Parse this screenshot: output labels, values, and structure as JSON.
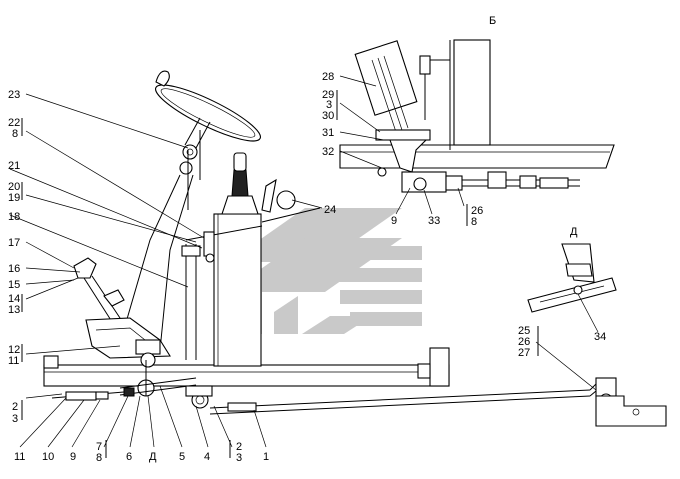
{
  "watermark_icon": "chevron-logo-watermark",
  "section_labels": {
    "b": "Б",
    "d": "Д"
  },
  "callouts": {
    "c23": "23",
    "c22_8": [
      "22",
      "8"
    ],
    "c21": "21",
    "c20_19": [
      "20",
      "19"
    ],
    "c18": "18",
    "c17": "17",
    "c16": "16",
    "c15": "15",
    "c14_13": [
      "14",
      "13"
    ],
    "c12_11": [
      "12",
      "11"
    ],
    "c2_3_left": [
      "2",
      "3"
    ],
    "c28": "28",
    "c29_3_30": [
      "29",
      "3",
      "30"
    ],
    "c31": "31",
    "c32": "32",
    "c9_top": "9",
    "c33": "33",
    "c26_8": [
      "26",
      "8"
    ],
    "c24": "24",
    "c34": "34",
    "c25_26_27": [
      "25",
      "26",
      "27"
    ],
    "bottom": [
      "11",
      "10",
      "9"
    ],
    "c7_8": [
      "7",
      "8"
    ],
    "bottom2": [
      "6",
      "Д",
      "5",
      "4"
    ],
    "c2_3_bottom": [
      "2",
      "3"
    ],
    "c1": "1"
  }
}
